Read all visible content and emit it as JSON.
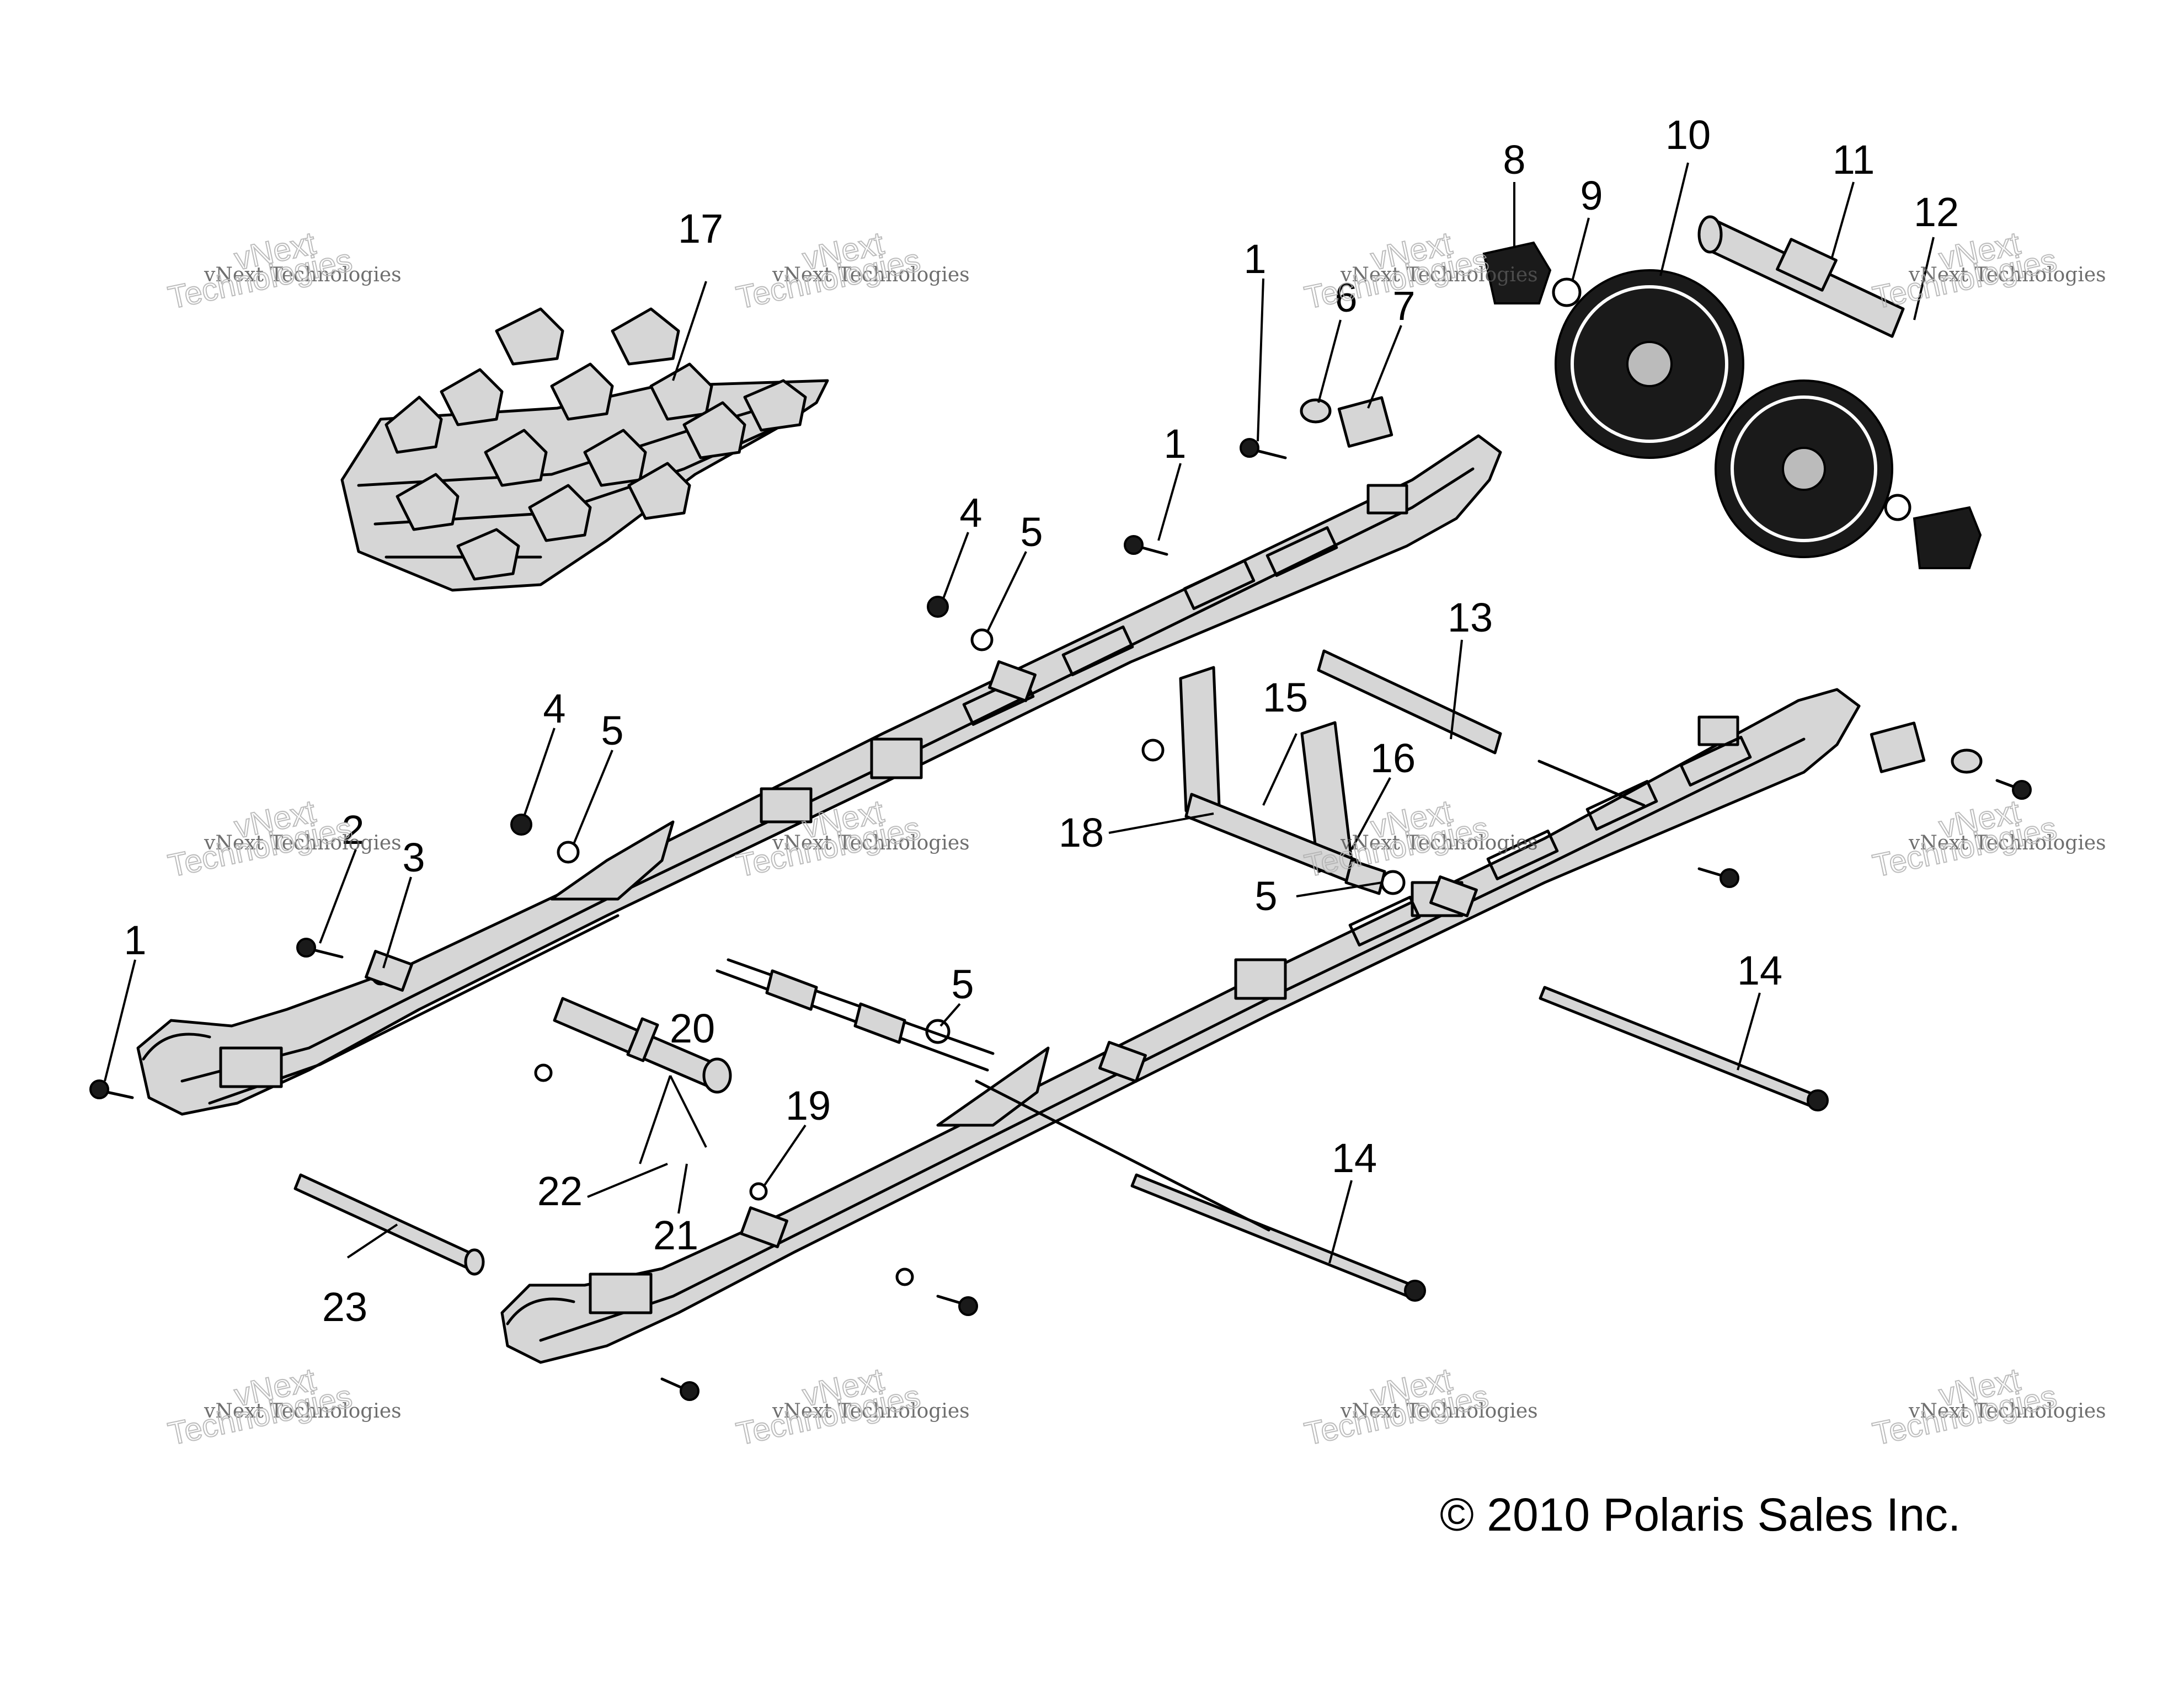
{
  "callouts": {
    "c1a": "1",
    "c1b": "1",
    "c1c": "1",
    "c2": "2",
    "c3": "3",
    "c4a": "4",
    "c4b": "4",
    "c5a": "5",
    "c5b": "5",
    "c5c": "5",
    "c5d": "5",
    "c6": "6",
    "c7": "7",
    "c8": "8",
    "c9": "9",
    "c10": "10",
    "c11": "11",
    "c12": "12",
    "c13": "13",
    "c14a": "14",
    "c14b": "14",
    "c15": "15",
    "c16": "16",
    "c17": "17",
    "c18": "18",
    "c19": "19",
    "c20": "20",
    "c21": "21",
    "c22": "22",
    "c23": "23"
  },
  "watermark": {
    "small": "vNext Technologies",
    "line1": "vNext",
    "line2": "Technologies"
  },
  "copyright": "© 2010 Polaris Sales Inc."
}
